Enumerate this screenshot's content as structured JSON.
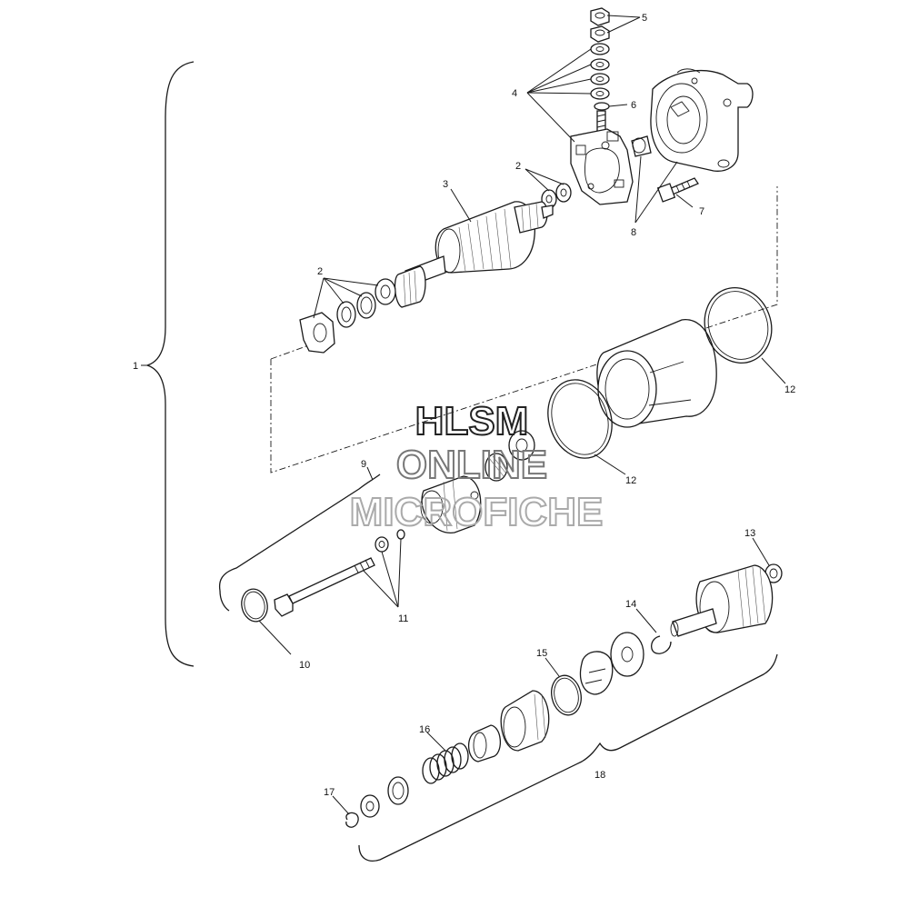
{
  "diagram": {
    "callouts": [
      {
        "id": "c1",
        "text": "1"
      },
      {
        "id": "c2a",
        "text": "2"
      },
      {
        "id": "c2b",
        "text": "2"
      },
      {
        "id": "c3",
        "text": "3"
      },
      {
        "id": "c4",
        "text": "4"
      },
      {
        "id": "c5",
        "text": "5"
      },
      {
        "id": "c6",
        "text": "6"
      },
      {
        "id": "c7",
        "text": "7"
      },
      {
        "id": "c8",
        "text": "8"
      },
      {
        "id": "c9",
        "text": "9"
      },
      {
        "id": "c10",
        "text": "10"
      },
      {
        "id": "c11",
        "text": "11"
      },
      {
        "id": "c12a",
        "text": "12"
      },
      {
        "id": "c12b",
        "text": "12"
      },
      {
        "id": "c13",
        "text": "13"
      },
      {
        "id": "c14",
        "text": "14"
      },
      {
        "id": "c15",
        "text": "15"
      },
      {
        "id": "c16",
        "text": "16"
      },
      {
        "id": "c17",
        "text": "17"
      },
      {
        "id": "c18",
        "text": "18"
      }
    ],
    "watermark": {
      "line1": "HLSM",
      "line2": "ONLINE",
      "line3": "MICROFICHE",
      "color1": "#222222",
      "color2": "#777777",
      "color3": "#aaaaaa"
    }
  }
}
